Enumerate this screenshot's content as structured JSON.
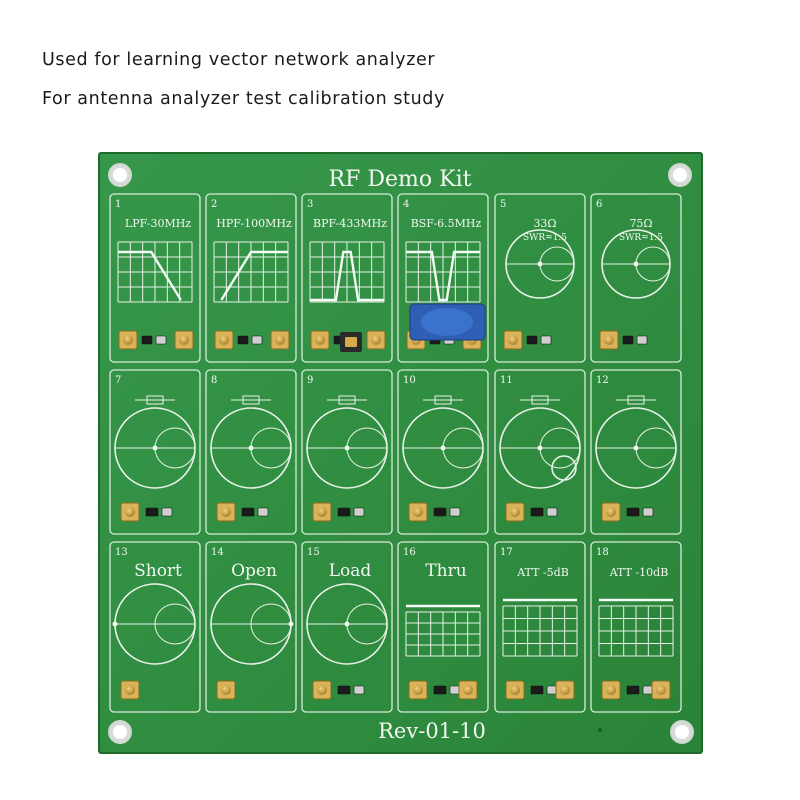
{
  "captions": [
    "Used for learning vector network analyzer",
    "For antenna analyzer test calibration study"
  ],
  "board": {
    "title": "RF Demo Kit",
    "revision": "Rev-01-10",
    "colors": {
      "pcb": "#2f8f3c",
      "silkscreen": "#e8f2e8",
      "gold": "#c9a040",
      "component_blue": "#2f5fb5"
    }
  },
  "modules": [
    {
      "num": "1",
      "label": "LPF-30MHz",
      "sub": "",
      "graph": "lpf"
    },
    {
      "num": "2",
      "label": "HPF-100MHz",
      "sub": "",
      "graph": "hpf"
    },
    {
      "num": "3",
      "label": "BPF-433MHz",
      "sub": "",
      "graph": "bpf"
    },
    {
      "num": "4",
      "label": "BSF-6.5MHz",
      "sub": "",
      "graph": "bsf"
    },
    {
      "num": "5",
      "label": "33Ω",
      "sub": "SWR=1.5",
      "graph": "smith"
    },
    {
      "num": "6",
      "label": "75Ω",
      "sub": "SWR=1.5",
      "graph": "smith"
    },
    {
      "num": "7",
      "label": "",
      "sub": "",
      "graph": "smith"
    },
    {
      "num": "8",
      "label": "",
      "sub": "",
      "graph": "smith"
    },
    {
      "num": "9",
      "label": "",
      "sub": "",
      "graph": "smith"
    },
    {
      "num": "10",
      "label": "",
      "sub": "",
      "graph": "smith"
    },
    {
      "num": "11",
      "label": "",
      "sub": "",
      "graph": "smith"
    },
    {
      "num": "12",
      "label": "",
      "sub": "",
      "graph": "smith"
    },
    {
      "num": "13",
      "label": "Short",
      "sub": "",
      "graph": "smith"
    },
    {
      "num": "14",
      "label": "Open",
      "sub": "",
      "graph": "smith"
    },
    {
      "num": "15",
      "label": "Load",
      "sub": "",
      "graph": "smith"
    },
    {
      "num": "16",
      "label": "Thru",
      "sub": "",
      "graph": "grid"
    },
    {
      "num": "17",
      "label": "ATT  -5dB",
      "sub": "",
      "graph": "grid"
    },
    {
      "num": "18",
      "label": "ATT  -10dB",
      "sub": "",
      "graph": "grid"
    }
  ]
}
